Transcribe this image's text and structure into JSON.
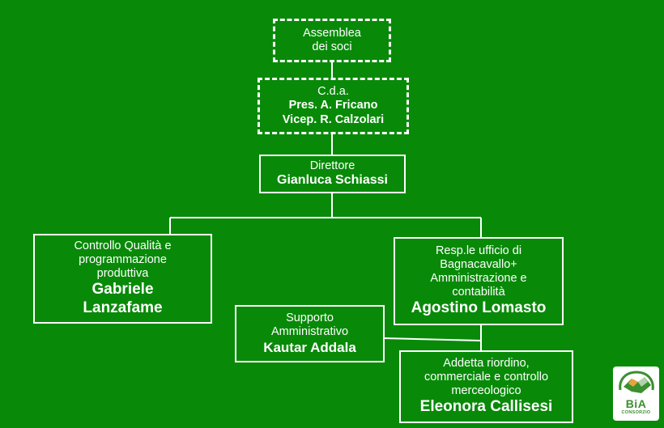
{
  "assembly": {
    "line1": "Assemblea",
    "line2": "dei soci"
  },
  "board": {
    "title": "C.d.a.",
    "president": "Pres. A. Fricano",
    "vice": "Vicep. R. Calzolari"
  },
  "director": {
    "role": "Direttore",
    "name": "Gianluca Schiassi"
  },
  "quality": {
    "role_lines": [
      "Controllo Qualità e",
      "programmazione",
      "produttiva"
    ],
    "name_lines": [
      "Gabriele",
      "Lanzafame"
    ]
  },
  "office": {
    "role_lines": [
      "Resp.le ufficio di",
      "Bagnacavallo+",
      "Amministrazione e",
      "contabilità"
    ],
    "name": "Agostino Lomasto"
  },
  "support": {
    "role_lines": [
      "Supporto",
      "Amministrativo"
    ],
    "name": "Kautar Addala"
  },
  "clerk": {
    "role_lines": [
      "Addetta riordino,",
      "commerciale e controllo",
      "merceologico"
    ],
    "name": "Eleonora Callisesi"
  },
  "logo": {
    "word": "BiA",
    "subtitle": "CONSORZIO",
    "icon": "handshake-icon",
    "colors": {
      "green": "#3a8f2e",
      "orange": "#e8a33c"
    }
  },
  "colors": {
    "background": "#088a08",
    "foreground": "#ffffff"
  }
}
